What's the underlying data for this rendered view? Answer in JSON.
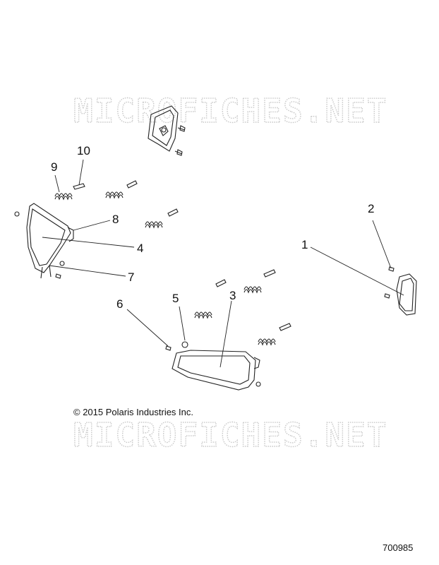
{
  "watermark": {
    "text": "MICROFICHES.NET",
    "color": "#c9c9c9"
  },
  "copyright": "© 2015 Polaris Industries Inc.",
  "document_number": "700985",
  "callouts": {
    "c1": "1",
    "c2": "2",
    "c3": "3",
    "c4": "4",
    "c5": "5",
    "c6": "6",
    "c7": "7",
    "c8": "8",
    "c9": "9",
    "c10": "10"
  }
}
